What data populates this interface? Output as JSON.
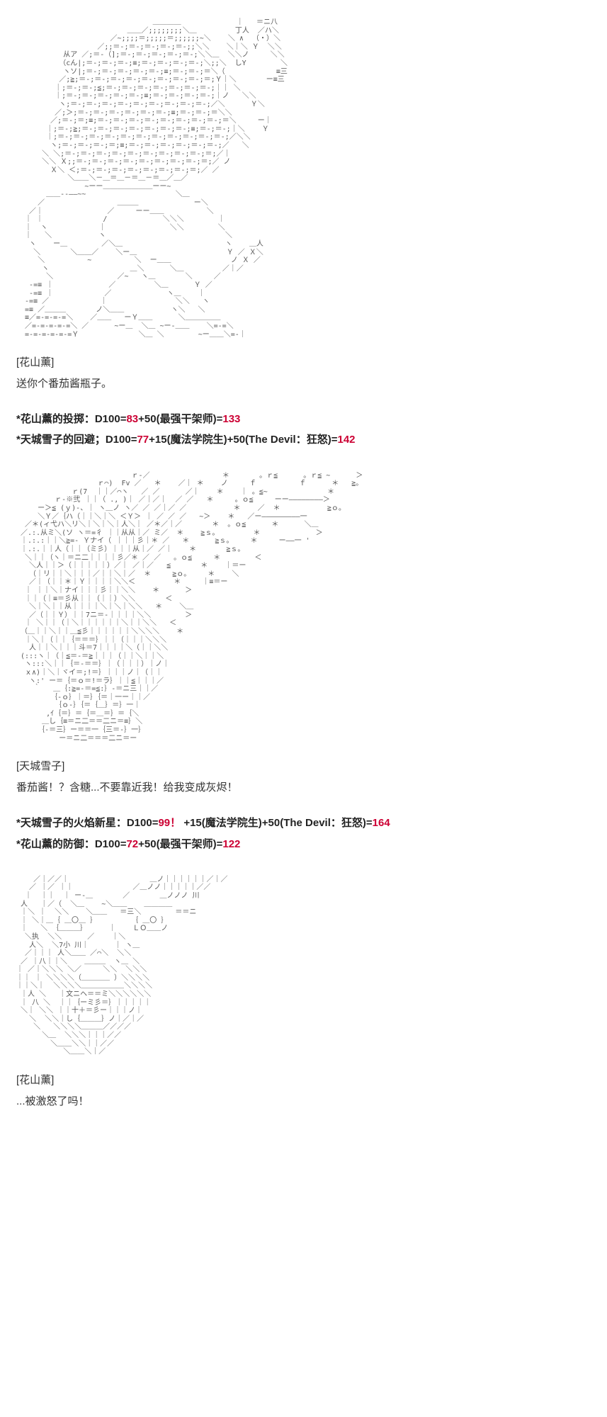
{
  "colors": {
    "background": "#ffffff",
    "text": "#333333",
    "bold_text": "#222222",
    "dice_red": "#cc0033",
    "ascii_art": "#565656"
  },
  "scene1": {
    "speaker": "[花山薰]",
    "line": "送你个番茄酱瓶子。",
    "art": [
      "                                ＿＿＿＿             ｜   ＝ニ八",
      "                          ＿＿／;;;;;;;;＼＿         丁人  ／ハ＼",
      "                      ／~;;;;＝;;;;;＝;;;;;;~＼    ＼ ∧  （・）＼",
      "                   ／;;＝-;＝-;＝-;＝-;＝-;;＼＼    ＼｜＼ Ｙ  ＼＼",
      "           从ア ／;＝-（];＝-;＝-;＝-;＝-;＝-;＼＼＿  ＼＼ノ     ＼＼",
      "          （cん|;＝-;＝-;＝-;≡;＝-;＝-;＝-;＝-;＼;;＼  しY        ＼",
      "           ヽソ|;＝-;＝-;＝-;＝-;＝-;≡;＝-;＝-;＝＼（            ≡三",
      "          ／;≧;＝-;＝-;＝-;＝-;＝-;＝-;＝-;＝-;＝;Ｙ｜＼       ー≡三",
      "         ｜;＝-;＝-;≦;＝-;＝-;＝-;＝-;＝-;＝-;＝-;｜｜ ＼",
      "         ｜;＝-;＝-;＝-;＝-;＝-;≡;＝-;＝-;＝-;＝-;｜ノ   ＼＼",
      "          ヽ;＝-;＝-;＝-;＝-;＝-;＝-;＝-;＝-;＝-;／＼      Ｙ＼",
      "         ／;＞;＝-;＝-;＝-;＝-;＝-;＝-;≡;＝-;＝-;＝＼＼",
      "        ／;＝-;＝;≡;＝-;＝-;＝-;＝-;＝-;＝-;＝-;＝-;＝＼     ー｜",
      "       ｜;＝-;≧;＝-;＝-;＝-;＝-;＝-;＝-;＝-;≡;＝-;＝-;｜＼    Ｙ",
      "       ｜;＝-;＝-;＝-;＝-;＝-;＝-;＝-;＝-;＝-;＝-;＝-;／＼＼",
      "        ヽ;＝-;＝-;＝-;＝;≡;＝-;＝-;＝-;＝-;＝-;＝-;／   ＼",
      "      ＼ ＼;＝-;＝-;＝-;＝-;＝-;＝-;＝-;＝-;＝-;＝;／｜",
      "      ＼＼ Ｘ;;＝-;＝-;＝-;＝-;＝-;＝-;＝-;＝-;＝;／ ノ",
      "        Ｘ＼ ＜;＝-;＝-;＝-;＝-;＝-;＝-;＝-;＝;／ ／",
      "            ＼＿＿＼－＿＝＿－＝＿－＝＿／＿／",
      "                ~ーー＿＿＿＿＿＿＿ーー~",
      "       ＿＿--――~~                     ＼＿",
      "     ／                 ＿＿＿             ー＼",
      "   ／｜               ／     ーー＿＿          ＼",
      "  ｜ ｜              /             ＼＼＼        ｜",
      "  ｜  ヽ            ｜               ＼＼        ＼",
      "  ｜   ＼           ヽ                            ＼",
      "   ヽ    ー＿        ／＼＿                        ヽ    ＿人",
      "    ＼       ＼＿＿／    ＼ー＿                     Ｙ ／ Ｘ＼",
      "     ＼          ~          ＼  ー＿＿              ノ Ｘ ／",
      "      ヽ                   ＿＼      ＼＿         ／｜／",
      "       ＼               ／~   ヽ＿       ＼     ／",
      "   -=≡ ｜             ／         ＼＿      Ｙ ／",
      "   -=≡ ｜            ／             ヽ＿    ｜",
      "  -=≡ ／            ｜                ＼＼   ヽ",
      "  =≡ ／＿＿＿       ノ＼＿＿           ヽ＼   ＼",
      "  ≡／=-=-=-=＼    ／＿＿   ーＹ＿＿      ＼＿＿＿＿＿",
      "  ／=-=-=-=-=＼ ／      ~ー＿  ＼＿ ~ー-＿＿    ＼=-=＼",
      "  =-=-=-=-=-=Ｙ              ＼＿ ＼        ~ー＿＿＼=-｜"
    ]
  },
  "rolls1": [
    {
      "prefix": "*花山薰的投掷：D100=",
      "roll": "83",
      "mid": "+50(最强干架师)=",
      "total": "133"
    },
    {
      "prefix": "*天城雪子的回避；D100=",
      "roll": "77",
      "mid": "+15(魔法学院生)+50(The Devil：狂怒)=",
      "total": "142"
    }
  ],
  "scene2": {
    "speaker": "[天城雪子]",
    "line": "番茄酱！？含糖...不要靠近我！给我变成灰烬！",
    "art": [
      "                           ｒ-／                 ＊       。ｒ≦      。ｒ≦ ~      ＞",
      "                   ｒ⌒)  Fv ／   ＊    ／｜ ＊    ノ     ｆ          ｆ      ＊   ≧。",
      "             ｒ(7  ｜｜／⌒ヽ   ／ ／      ／｜    ＊    ｜ 。≦~              ＊",
      "         ｒ-※弐 ｜｜（ ., )｜ ／｜／｜  ／ ／   ＊     。ｏ≦     ーー――――――――＞",
      "     ー＞≦ (ｙ)-、｜ ヽ＿ノ ヽ／ ／ ／｜／ ／           ＊    ／  ＊           ≧ｏ。",
      "     ＼Ｙ／｛ハ（｜｜＼｜＼ ＜Ｙ＞ ｜ ／ ／ ／   ~＞    ＊   ／ー―――――――――一",
      "  ／＊(ィ弋ハ＼リ＼｜＼｜＼｜人＼｜ ／＊／｜／       ＊  。ｏ≦      ＊      ＼＿",
      " ／.:.从ミ＼(ソ ヽ＝=彳 ｜｜从从｜／ ミ／  ＊    ≧ｓ。        ＊             ＞",
      " ｜.:.:｜｜＼≧=- Ｙナイ（ ｜｜｜彡｜＊ ／   ＊      ≧ｓ。    ＊     ー――一 '",
      " ｜.:.｜｜人（｜｜（ミ彡）｜｜｜从｜／ ／｜    ＊       ≧ｓ。",
      "  ＼｜｜（ヽ｜＝ニ二｜｜｜｜彡／＊ ／ ／   。ｏ≦     ＊        ＜",
      "   ＼人｜｜＞（｜｜｜｜｜）／｜ ／｜／   ≦       ＊    ｜＝ー",
      "   （｜リ｜｜＼｜｜｜／｜｜＼｜／  ＊     ≧ｏ。    ＊    ＼",
      "   ／｜（｜｜＊｜Ｙ｜｜｜｜＼＼＜         ＊     ｜≡＝ー",
      "  ｜ ｜｜＼｜ナイ｜｜｜彡｜｜＼＼    ＊      ＞",
      "  ｜｜（｜≡＝彡从｜｜（｜｜）＼＼       ＜",
      "   ＼｜＼｜｜从｜｜｜｜＼｜＼｜＼＼   ＊    ＼＿",
      "   ／（｜｜Ｙ）｜｜7ニ＝-｜｜｜｜＼＼        ＞",
      "  ｜ ＼｜｜（｜＼｜｜｜｜｜｜＼｜｜＼＼   ＜",
      " （＿｜｜＼｜｜＿≦彡｜｜｜｜｜｜＼＼＼＼    ＊",
      "  ｜＼｜（｜｜｛＝＝＝｝｜｜（｜｜｜＼＼＼",
      "   人｜｜＼｜｜｜斗＝7｜｜｜｜＼（｜｜＼＼",
      " (:::ヽ｜（｜≦＝-＝≧｜｜｜（｜｜＼｜｜＼",
      "  ヽ:::＼｜｜｛＝-＝＝｝｜（｜｜｜）｜ノ｜",
      "  ｘ∧)｜＼｜ヾイ＝;!＝｝｜｜｜ノ｜（｜｜",
      "   ヽ:' ー＝｛＝ｏ＝!＝ラ｝｜｜≦｜｜｜／",
      "    ｀   ＿｛:≧=-＝=≦:｝-＝ニ三｜｜／",
      "        ｛-ｏ｝｜＝｝｛＝｜一ー｜｜／",
      "         ｛ｏ-｝｛＝｛＿｝＝｝一｜",
      "       ,ｲ｛＝｝＝｛＝＿＝｝＝｛＼",
      "      ＿し｛≡＝ニ二＝＝二ニ＝≡｝＼",
      "     ｛-＝三｝ー＝＝一｛三＝-｝一｝",
      "          ー＝ニ二＝＝＝二ニ＝ー"
    ]
  },
  "rolls2": [
    {
      "prefix": "*天城雪子的火焰新星：D100=",
      "roll": "99！",
      "mid": " +15(魔法学院生)+50(The Devil：狂怒)=",
      "total": "164"
    },
    {
      "prefix": "*花山薰的防御：D100=",
      "roll": "72",
      "mid": "+50(最强干架师)=",
      "total": "122"
    }
  ],
  "scene3": {
    "speaker": "[花山薰]",
    "line": "...被激怒了吗！",
    "art": [
      "    ／｜／／｜                   ＿ノ｜｜｜｜｜｜／｜／",
      "   ／ ｜／ ｜｜              ／＿ノノ｜｜｜｜｜／／",
      "  ｜  ｜｜  ｜ ー-＿       ／       ＿ノノノ 川",
      " 人   ｜／（  ＼＿    ~＼＿＿    ＿＿＿＿",
      " ｜＼ ｜  ＼＼    ＼＿＿   ＝三＼        ＝＝ニ",
      " ｜ ＼｜＿｛ ＿〇＿ ｝        ｛ ＿〇 ｝",
      " ｜   ＼ ｛＿＿＿｝     ｜    ＬＯ＿＿ノ",
      "  ＼执  ＼＼      ／    ｜＼",
      "   人＼  ＼7小 川｜      ｜ ヽ＿",
      "  ／｜｜｜ 人＼＿＿ ／⌒＼  ＼＼",
      " ／ ｜八｜｜＼    ＿＿＿  ヽ＿ ＼",
      "｜ ／｜＼＼＼ ＼／     ＼＼  ＼＼＼",
      "｜｜ ｜ ＼＼＼＼（＿＿＿＿ ）＼＼＼＼",
      "｜｜＼｜  ＼＼＼＼＿＿＿＿＿＿＼＼＼＼",
      " ｜人 ＼   ｜文ニヘ＝＝ミ＼＼＼＼＼＼",
      " ｜ 八 ＼  ｜｜｛ーミ彡＝｝｜｜｜｜｜",
      " ＼｜ ＼＼ ｜｜十＋＝彡ー｜｜｜ノ｜",
      "   ＼  ＼＼｜し｛＿＿＿｝ノ｜／｜／",
      "    ＼   ＼＼＼＼＿＿＿／／／／",
      "      ＼＿  ＼＼＼｜｜｜／／",
      "        ＼＿＿＼＼｜｜／／",
      "           ＼＿＿＼｜／"
    ]
  }
}
